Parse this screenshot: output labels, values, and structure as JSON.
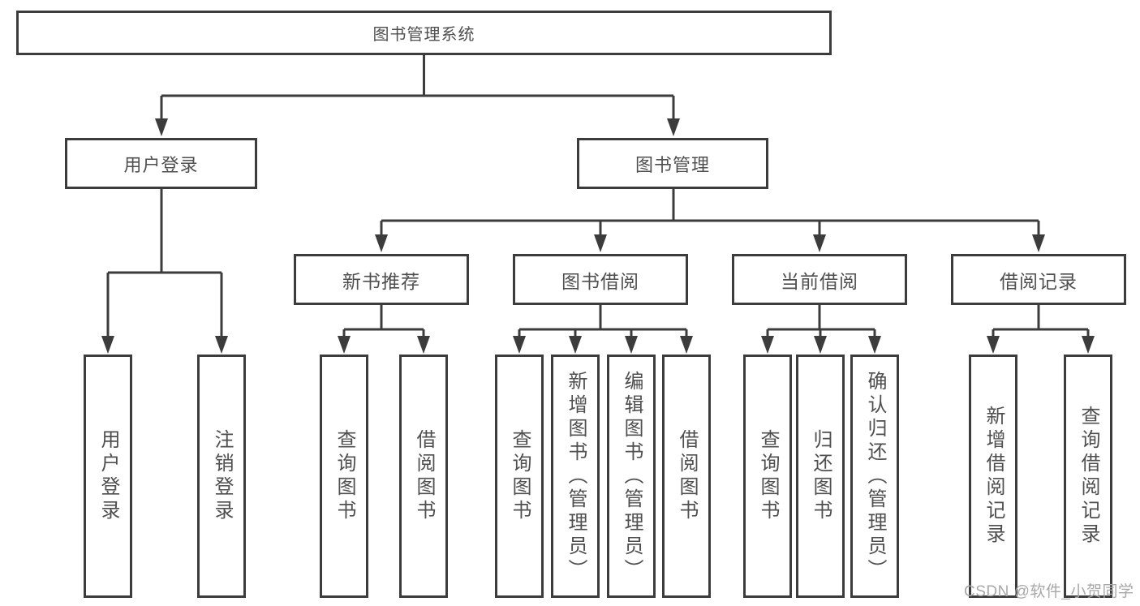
{
  "colors": {
    "line": "#3c3c3c",
    "text": "#4f4f4f",
    "watermark": "#a8a8a8",
    "bg": "#ffffff"
  },
  "tree": {
    "root": {
      "label": "图书管理系统",
      "children": [
        {
          "label": "用户登录",
          "children": [
            {
              "label": "用户登录"
            },
            {
              "label": "注销登录"
            }
          ]
        },
        {
          "label": "图书管理",
          "children": [
            {
              "label": "新书推荐",
              "children": [
                {
                  "label": "查询图书"
                },
                {
                  "label": "借阅图书"
                }
              ]
            },
            {
              "label": "图书借阅",
              "children": [
                {
                  "label": "查询图书"
                },
                {
                  "label": "新增图书（管理员）"
                },
                {
                  "label": "编辑图书（管理员）"
                },
                {
                  "label": "借阅图书"
                }
              ]
            },
            {
              "label": "当前借阅",
              "children": [
                {
                  "label": "查询图书"
                },
                {
                  "label": "归还图书"
                },
                {
                  "label": "确认归还（管理员）"
                }
              ]
            },
            {
              "label": "借阅记录",
              "children": [
                {
                  "label": "新增借阅记录"
                },
                {
                  "label": "查询借阅记录"
                }
              ]
            }
          ]
        }
      ]
    }
  },
  "watermark": {
    "text": "CSDN @软件_小贺同学"
  }
}
